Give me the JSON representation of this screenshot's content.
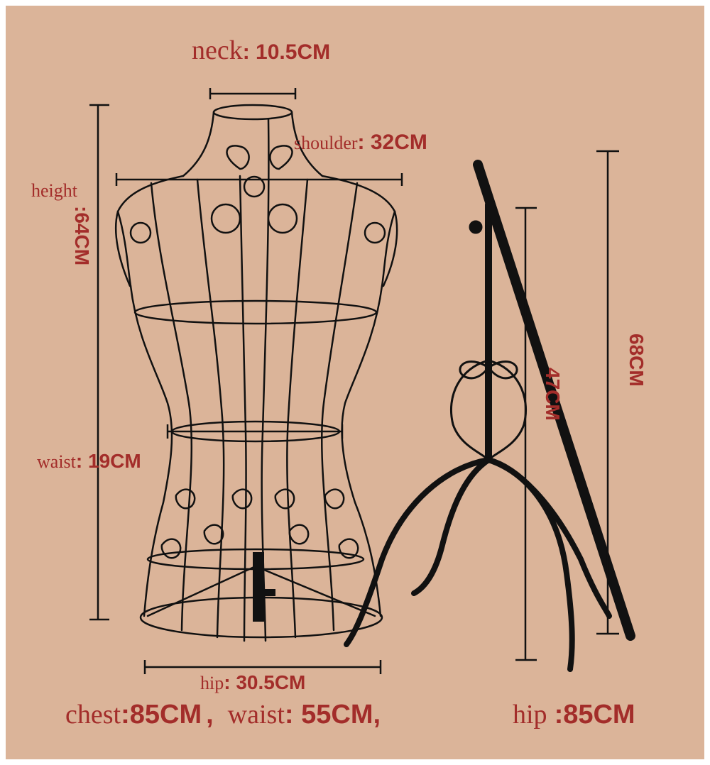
{
  "labels": {
    "neck_name": "neck",
    "neck_value": ": 10.5CM",
    "shoulder_name": "shoulder",
    "shoulder_value": ": 32CM",
    "height_name": "height",
    "height_value": ":64CM",
    "waist_side_name": "waist",
    "waist_side_value": ": 19CM",
    "hip_name": "hip",
    "hip_value": ": 30.5CM",
    "stand_inner_value": "47CM",
    "stand_outer_value": "68CM"
  },
  "footer": {
    "chest_name": "chest",
    "chest_value": ":85CM",
    "sep": ",",
    "waist_name": "waist",
    "waist_value": ": 55CM,",
    "hip_name": "hip",
    "hip_value": ":85CM"
  },
  "colors": {
    "background": "#dbb499",
    "label": "#a32d2a",
    "wire": "#111111"
  }
}
